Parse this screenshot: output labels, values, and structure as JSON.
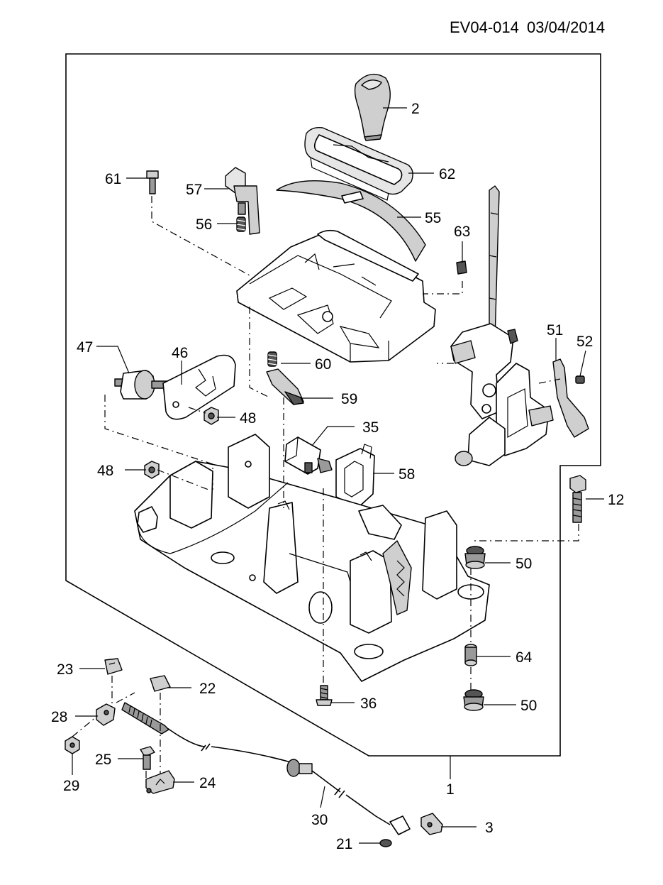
{
  "header": {
    "doc_id": "EV04-014",
    "date": "03/04/2014"
  },
  "callouts": {
    "n1": "1",
    "n2": "2",
    "n3": "3",
    "n12": "12",
    "n21": "21",
    "n22": "22",
    "n23": "23",
    "n24": "24",
    "n25": "25",
    "n28": "28",
    "n29": "29",
    "n30": "30",
    "n35": "35",
    "n36": "36",
    "n46": "46",
    "n47": "47",
    "n48a": "48",
    "n48b": "48",
    "n50a": "50",
    "n50b": "50",
    "n51": "51",
    "n52": "52",
    "n55": "55",
    "n56": "56",
    "n57": "57",
    "n58": "58",
    "n59": "59",
    "n60": "60",
    "n61": "61",
    "n62": "62",
    "n63": "63",
    "n64": "64"
  }
}
